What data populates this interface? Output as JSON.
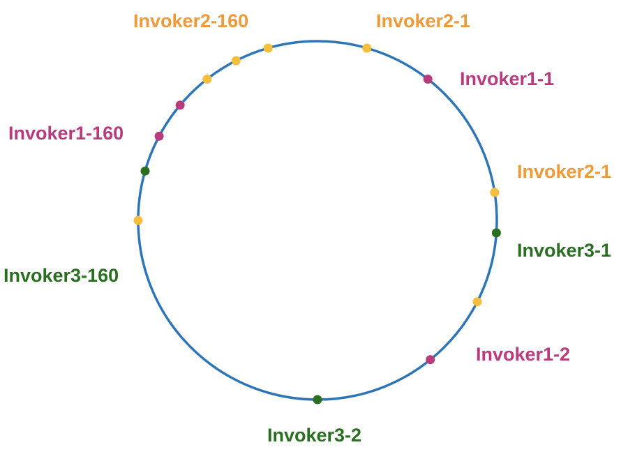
{
  "colors": {
    "ring": "#2e75b6",
    "invoker1": "#b83b7e",
    "invoker2_label": "#ef9a3a",
    "invoker2_dot": "#f5bf3d",
    "invoker3": "#2a6e21"
  },
  "labels": {
    "invoker2_160": "Invoker2-160",
    "invoker2_1_top": "Invoker2-1",
    "invoker1_1": "Invoker1-1",
    "invoker1_160": "Invoker1-160",
    "invoker2_1_right": "Invoker2-1",
    "invoker3_1": "Invoker3-1",
    "invoker3_160": "Invoker3-160",
    "invoker1_2": "Invoker1-2",
    "invoker3_2": "Invoker3-2"
  },
  "nodes": [
    {
      "group": "invoker2",
      "angle": 106
    },
    {
      "group": "invoker2",
      "angle": 74
    },
    {
      "group": "invoker1",
      "angle": 52
    },
    {
      "group": "invoker2",
      "angle": 128
    },
    {
      "group": "invoker1",
      "angle": 152
    },
    {
      "group": "invoker2",
      "angle": 9
    },
    {
      "group": "invoker2",
      "angle": 180
    },
    {
      "group": "invoker3",
      "angle": -4
    },
    {
      "group": "invoker3",
      "angle": -196
    },
    {
      "group": "invoker2",
      "angle": -27
    },
    {
      "group": "invoker1",
      "angle": -220
    },
    {
      "group": "invoker1",
      "angle": -51
    },
    {
      "group": "invoker2",
      "angle": -243
    },
    {
      "group": "invoker3",
      "angle": -90
    }
  ]
}
